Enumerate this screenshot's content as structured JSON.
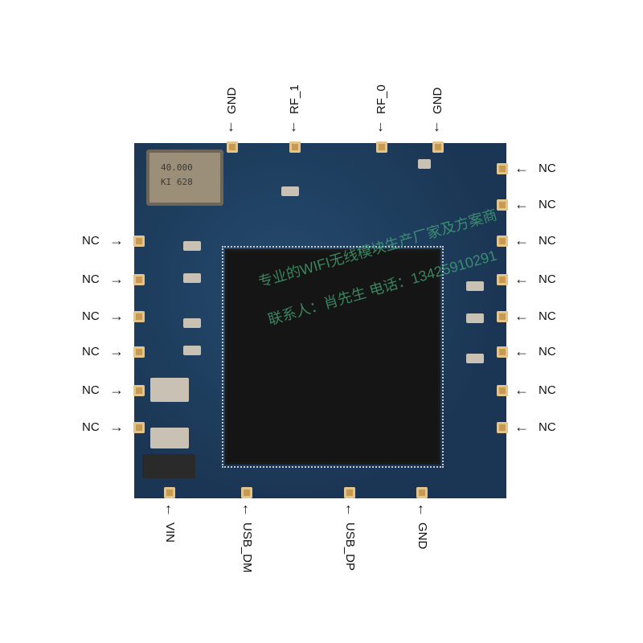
{
  "top_pins": [
    "GND",
    "RF_1",
    "RF_0",
    "GND"
  ],
  "bottom_pins": [
    "VIN",
    "USB_DM",
    "USB_DP",
    "GND"
  ],
  "left_pins": [
    "NC",
    "NC",
    "NC",
    "NC",
    "NC",
    "NC"
  ],
  "right_pins": [
    "NC",
    "NC",
    "NC",
    "NC",
    "NC",
    "NC",
    "NC",
    "NC"
  ],
  "crystal": {
    "line1": "40.000",
    "line2": "KI 628"
  },
  "watermark": {
    "line1": "专业的WIFI无线模块生产厂家及方案商",
    "line2": "联系人：肖先生 电话：13425910291"
  },
  "colors": {
    "board": "#1e3d5c",
    "pad": "#c79a52",
    "chip": "#151515"
  }
}
